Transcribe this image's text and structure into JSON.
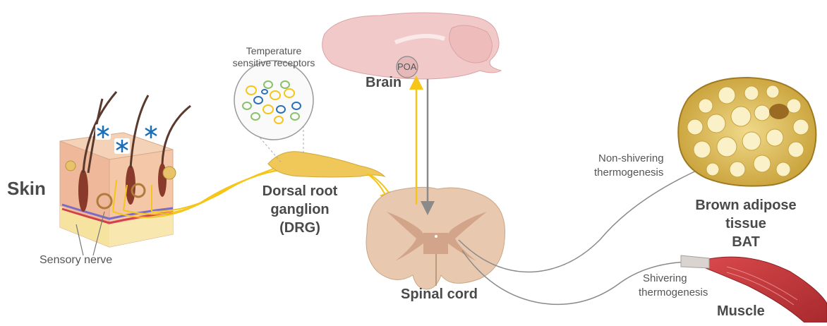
{
  "labels": {
    "skin": "Skin",
    "sensory_nerve": "Sensory nerve",
    "temperature_receptors": [
      "Temperature",
      "sensitive receptors"
    ],
    "drg": [
      "Dorsal root",
      "ganglion",
      "(DRG)"
    ],
    "brain": "Brain",
    "poa": "POA",
    "spinal_cord": "Spinal cord",
    "non_shivering": [
      "Non-shivering",
      "thermogenesis"
    ],
    "bat": [
      "Brown adipose",
      "tissue",
      "BAT"
    ],
    "shivering": [
      "Shivering",
      "thermogenesis"
    ],
    "muscle": "Muscle"
  },
  "colors": {
    "afferent_arrow": "#f5c518",
    "efferent_arrow": "#8a8a8a",
    "snowflake": "#1a6fb8",
    "skin": "#f2c4a8",
    "brain": "#f2c9c9",
    "spinal_cord": "#e8c9b0",
    "bat": "#e8cf6a",
    "muscle": "#c9373a"
  },
  "icons": [
    "snowflake-icon",
    "snowflake-icon",
    "snowflake-icon"
  ]
}
